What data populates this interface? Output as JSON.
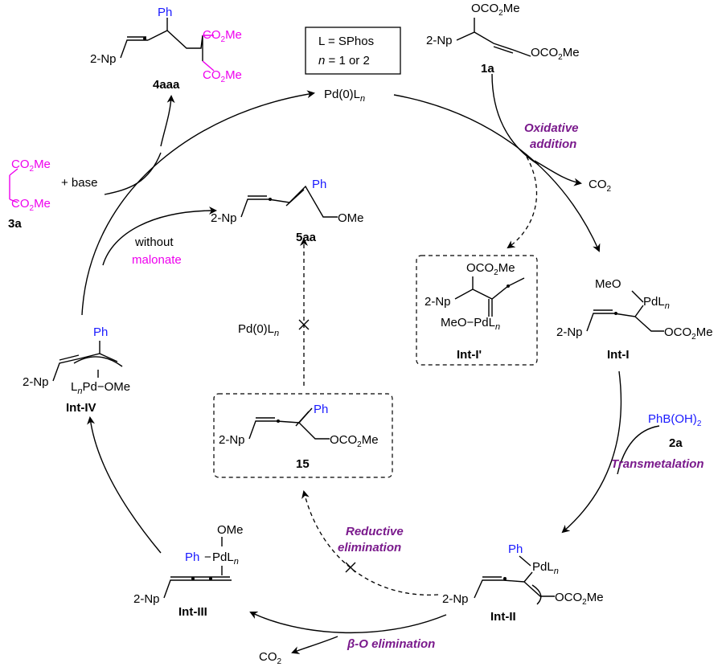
{
  "conditions": {
    "line1": "L = SPhos",
    "line2": "n = 1 or 2"
  },
  "catalyst": {
    "main": "Pd(0)L",
    "sub": "n"
  },
  "catalyst2": {
    "main": "Pd(0)L",
    "sub": "n"
  },
  "compounds": {
    "c1a": "1a",
    "c2a": "2a",
    "c3a": "3a",
    "c4aaa": "4aaa",
    "c5aa": "5aa",
    "c15": "15",
    "intI": "Int-I",
    "intIp": "Int-I'",
    "intII": "Int-II",
    "intIII": "Int-III",
    "intIV": "Int-IV"
  },
  "groups": {
    "np": "2-Np",
    "ph": "Ph",
    "ome": "OMe",
    "meo": "MeO",
    "co2me": "CO",
    "co2me_tail": "Me",
    "oco2me": "OCO",
    "base": "+ base",
    "co2": "CO",
    "phboh2": "PhB(OH)",
    "pdl": "PdL",
    "l": "L",
    "pd": "Pd",
    "n": "n",
    "two": "2"
  },
  "labels": {
    "oxidative": "Oxidative",
    "addition": "addition",
    "transmetalation": "Transmetalation",
    "reductive": "Reductive",
    "elimination": "elimination",
    "beta_o": "β-O elimination",
    "without": "without",
    "malonate": "malonate"
  },
  "colors": {
    "blue": "#1a1aff",
    "pink": "#ee00ee",
    "purple": "#7a1a8c"
  }
}
